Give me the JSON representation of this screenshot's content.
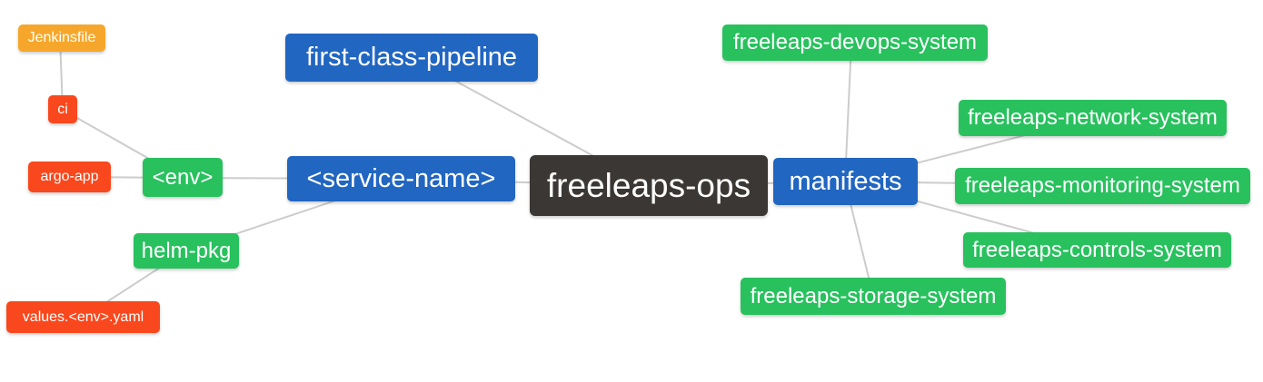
{
  "diagram": {
    "type": "mindmap",
    "root_label": "freeleaps-ops",
    "palette": {
      "orange": "#F6A72B",
      "red_orange": "#F9481D",
      "green": "#28C15E",
      "blue": "#2166C1",
      "dark": "#3B3735",
      "edge": "#CCCCCC",
      "text": "#FFFFFF",
      "background": "#FFFFFF"
    },
    "nodes": [
      {
        "id": "jenkinsfile",
        "label": "Jenkinsfile",
        "color": "#F6A72B"
      },
      {
        "id": "ci",
        "label": "ci",
        "color": "#F9481D"
      },
      {
        "id": "argo-app",
        "label": "argo-app",
        "color": "#F9481D"
      },
      {
        "id": "env",
        "label": "<env>",
        "color": "#28C15E"
      },
      {
        "id": "helm-pkg",
        "label": "helm-pkg",
        "color": "#28C15E"
      },
      {
        "id": "values-env-yaml",
        "label": "values.<env>.yaml",
        "color": "#F9481D"
      },
      {
        "id": "first-class-pipeline",
        "label": "first-class-pipeline",
        "color": "#2166C1"
      },
      {
        "id": "service-name",
        "label": "<service-name>",
        "color": "#2166C1"
      },
      {
        "id": "freeleaps-ops",
        "label": "freeleaps-ops",
        "color": "#3B3735"
      },
      {
        "id": "manifests",
        "label": "manifests",
        "color": "#2166C1"
      },
      {
        "id": "freeleaps-devops-system",
        "label": "freeleaps-devops-system",
        "color": "#28C15E"
      },
      {
        "id": "freeleaps-network-system",
        "label": "freeleaps-network-system",
        "color": "#28C15E"
      },
      {
        "id": "freeleaps-monitoring-system",
        "label": "freeleaps-monitoring-system",
        "color": "#28C15E"
      },
      {
        "id": "freeleaps-controls-system",
        "label": "freeleaps-controls-system",
        "color": "#28C15E"
      },
      {
        "id": "freeleaps-storage-system",
        "label": "freeleaps-storage-system",
        "color": "#28C15E"
      }
    ],
    "edges": [
      [
        "jenkinsfile",
        "ci"
      ],
      [
        "ci",
        "env"
      ],
      [
        "argo-app",
        "env"
      ],
      [
        "env",
        "service-name"
      ],
      [
        "helm-pkg",
        "service-name"
      ],
      [
        "values-env-yaml",
        "helm-pkg"
      ],
      [
        "first-class-pipeline",
        "freeleaps-ops"
      ],
      [
        "service-name",
        "freeleaps-ops"
      ],
      [
        "freeleaps-ops",
        "manifests"
      ],
      [
        "manifests",
        "freeleaps-devops-system"
      ],
      [
        "manifests",
        "freeleaps-network-system"
      ],
      [
        "manifests",
        "freeleaps-monitoring-system"
      ],
      [
        "manifests",
        "freeleaps-controls-system"
      ],
      [
        "manifests",
        "freeleaps-storage-system"
      ]
    ]
  }
}
